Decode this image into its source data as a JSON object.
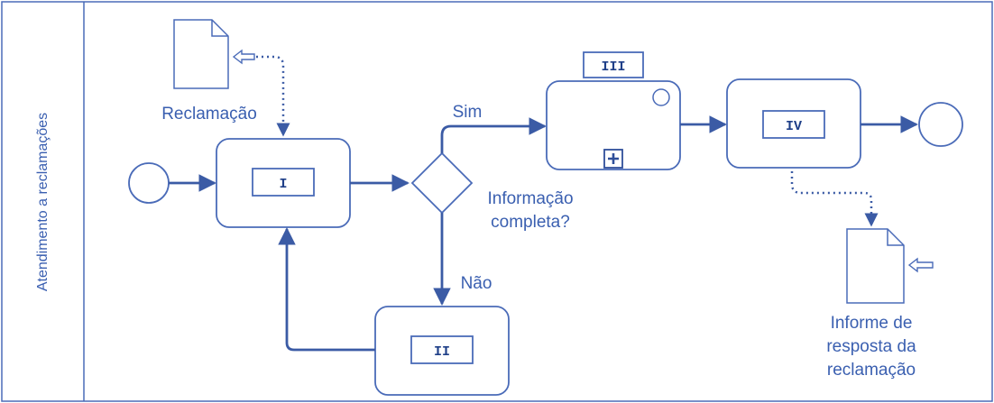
{
  "pool": {
    "lane_label": "Atendimento a reclamações"
  },
  "tasks": {
    "task_i": "I",
    "task_ii": "II",
    "task_iii": "III",
    "task_iv": "IV"
  },
  "gateway": {
    "question_line1": "Informação",
    "question_line2": "completa?",
    "yes_label": "Sim",
    "no_label": "Não"
  },
  "data_objects": {
    "input_label": "Reclamação",
    "output_line1": "Informe de",
    "output_line2": "resposta da",
    "output_line3": "reclamação"
  },
  "colors": {
    "stroke": "#4a6bb8",
    "text": "#3a5fb0",
    "fill": "#ffffff"
  }
}
